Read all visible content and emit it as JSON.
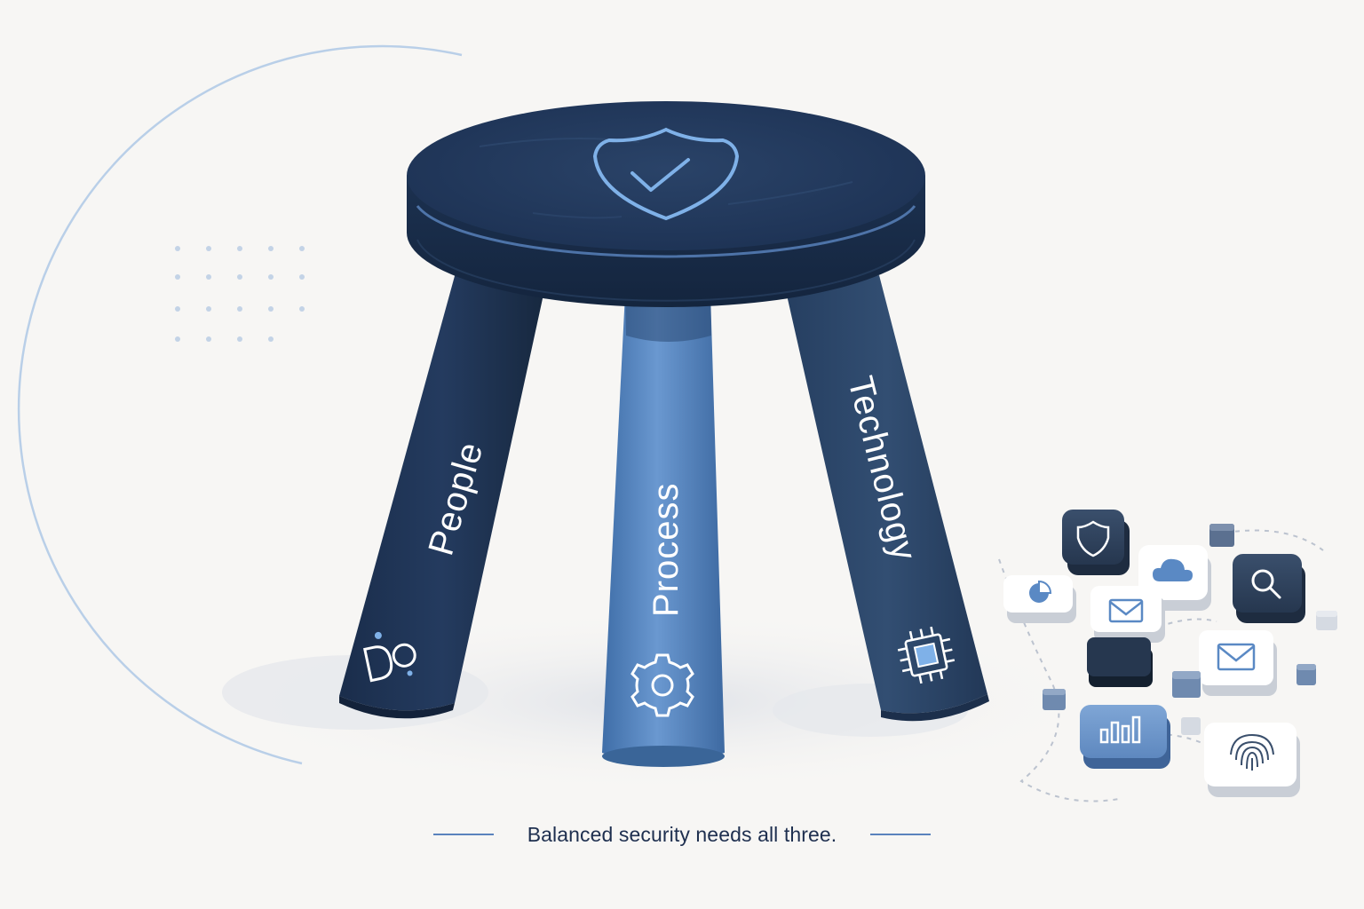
{
  "diagram": {
    "legs": [
      {
        "label": "People",
        "icon": "people-icon"
      },
      {
        "label": "Process",
        "icon": "gear-icon"
      },
      {
        "label": "Technology",
        "icon": "chip-icon"
      }
    ],
    "seat_icon": "shield-check-icon",
    "caption": "Balanced security needs all three.",
    "tiles": [
      "shield-icon",
      "cloud-icon",
      "search-icon",
      "pie-chart-icon",
      "mail-icon",
      "mail-icon",
      "bar-chart-icon",
      "fingerprint-icon"
    ]
  },
  "colors": {
    "navy": "#1e3354",
    "navy_dark": "#152640",
    "slate": "#2f4a6b",
    "blue": "#5a89c4",
    "accent": "#7fb1e8",
    "background": "#f7f6f4"
  }
}
